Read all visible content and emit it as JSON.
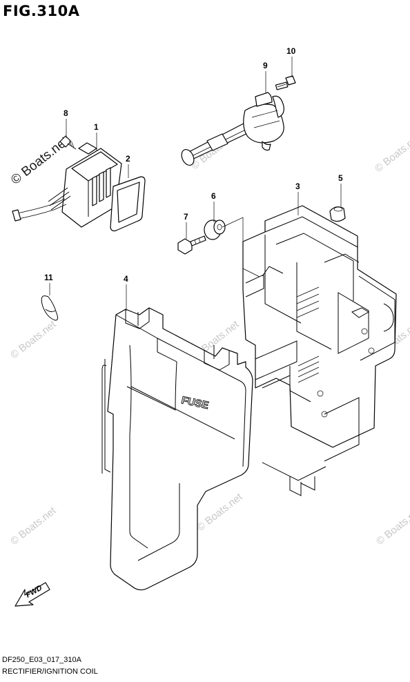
{
  "figure": {
    "title": "FIG.310A",
    "diagram_code": "DF250_E03_017_310A",
    "diagram_name": "RECTIFIER/IGNITION COIL"
  },
  "watermark": {
    "text": "© Boats.net"
  },
  "callouts": [
    "1",
    "2",
    "3",
    "4",
    "5",
    "6",
    "7",
    "8",
    "9",
    "10",
    "11"
  ],
  "labels": {
    "fuse": "FUSE",
    "fwd": "FWD"
  }
}
